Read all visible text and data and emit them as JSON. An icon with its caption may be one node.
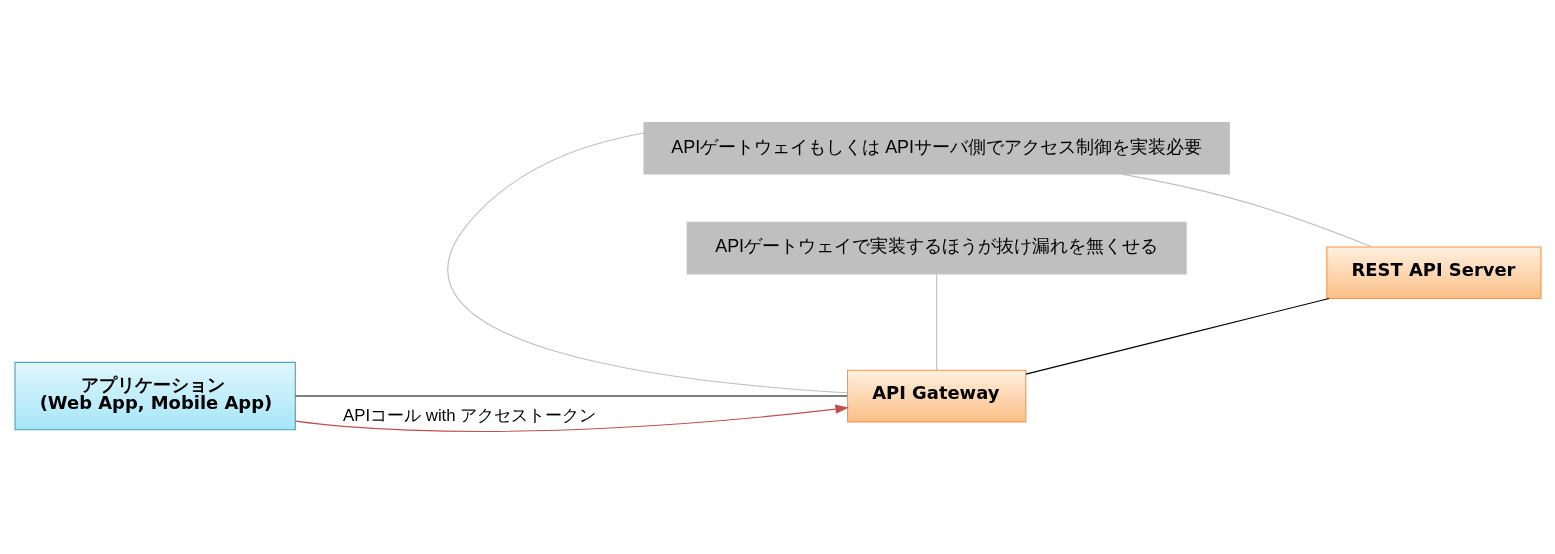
{
  "diagram": {
    "nodes": [
      {
        "text": [
          "アプリケーション",
          "(Web App, Mobile App)"
        ]
      },
      {
        "text": [
          "API Gateway"
        ]
      },
      {
        "text": [
          "REST API Server"
        ]
      },
      {
        "text": [
          "APIゲートウェイもしくは APIサーバ側でアクセス制御を実装必要"
        ]
      },
      {
        "text": [
          "APIゲートウェイで実装するほうが抜け漏れを無くせる"
        ]
      }
    ],
    "edges": [
      {
        "from": 0,
        "to": 1,
        "arrow": "none",
        "color": "#000000"
      },
      {
        "from": 1,
        "to": 2,
        "arrow": "none",
        "color": "#000000"
      },
      {
        "from": 0,
        "to": 1,
        "arrow": "to",
        "label": "APIコール with アクセストークン",
        "color": "#c0504d"
      },
      {
        "from": 3,
        "to": 1,
        "arrow": "none",
        "color": "#bfbfbf"
      },
      {
        "from": 3,
        "to": 2,
        "arrow": "none",
        "color": "#bfbfbf"
      },
      {
        "from": 4,
        "to": 1,
        "arrow": "none",
        "color": "#bfbfbf"
      }
    ]
  }
}
